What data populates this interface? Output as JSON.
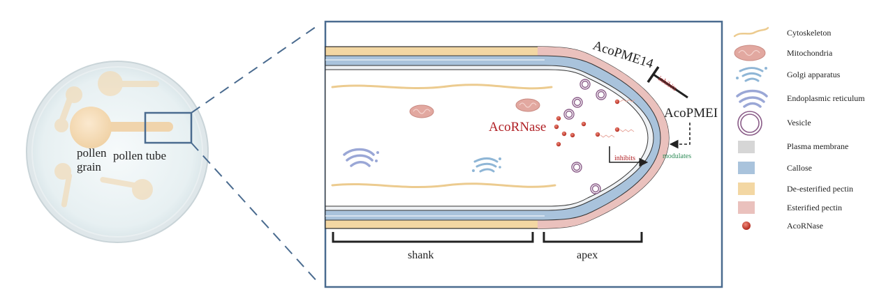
{
  "labels": {
    "pollen_grain_1": "pollen",
    "pollen_grain_2": "grain",
    "pollen_tube": "pollen tube",
    "acopme14": "AcoPME14",
    "acopmei": "AcoPMEI",
    "acornase": "AcoRNase",
    "inhibits_top": "inhibits",
    "inhibits_mid": "inhibits",
    "modulates": "modulates",
    "shank": "shank",
    "apex": "apex"
  },
  "legend": [
    {
      "icon": "cytoskeleton-icon",
      "label": "Cytoskeleton"
    },
    {
      "icon": "mitochondria-icon",
      "label": "Mitochondria"
    },
    {
      "icon": "golgi-icon",
      "label": "Golgi apparatus"
    },
    {
      "icon": "er-icon",
      "label": "Endoplasmic reticulum"
    },
    {
      "icon": "vesicle-icon",
      "label": "Vesicle"
    },
    {
      "icon": "plasma-membrane-swatch",
      "label": "Plasma membrane"
    },
    {
      "icon": "callose-swatch",
      "label": "Callose"
    },
    {
      "icon": "de-esterified-pectin-swatch",
      "label": "De-esterified pectin"
    },
    {
      "icon": "esterified-pectin-swatch",
      "label": "Esterified pectin"
    },
    {
      "icon": "acornase-dot-icon",
      "label": "AcoRNase"
    }
  ],
  "colors": {
    "plasma_membrane": "#d6d6d6",
    "callose": "#a9c3dc",
    "de_esterified_pectin": "#f3d7a3",
    "esterified_pectin": "#eac1bd",
    "acornase_label": "#b01f24",
    "inhibits": "#b01f24",
    "modulates": "#2e8b57",
    "frame": "#4a6b8f",
    "cytoskeleton": "#eccb8f",
    "mitochondria": "#e2a8a0",
    "golgi": "#8fb6d6",
    "er": "#9aa7d6",
    "vesicle": "#8a5c88",
    "acornase_dot": "#c0392b"
  }
}
